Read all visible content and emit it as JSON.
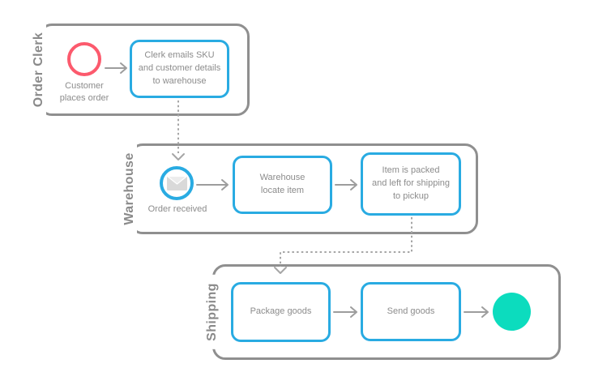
{
  "colors": {
    "lane_border": "#8f8f8f",
    "lane_label": "#8a8a8a",
    "task_border": "#29abe2",
    "task_text": "#8c8c8c",
    "start_event": "#fc5a6d",
    "end_event": "#0cdcbe",
    "envelope": "#d9d9d9",
    "arrow": "#9d9d9d",
    "dotted": "#a6a6a6",
    "background": "#ffffff"
  },
  "lanes": [
    {
      "label": "Order Clerk",
      "start_event_label": "Customer\nplaces order",
      "task": "Clerk emails SKU\nand customer details\nto warehouse"
    },
    {
      "label": "Warehouse",
      "message_event_label": "Order received",
      "message_event_icon": "envelope-icon",
      "task1": "Warehouse\nlocate item",
      "task2": "Item is packed\nand left for shipping\nto pickup"
    },
    {
      "label": "Shipping",
      "task1": "Package goods",
      "task2": "Send goods",
      "end_event": "end-event-circle"
    }
  ]
}
